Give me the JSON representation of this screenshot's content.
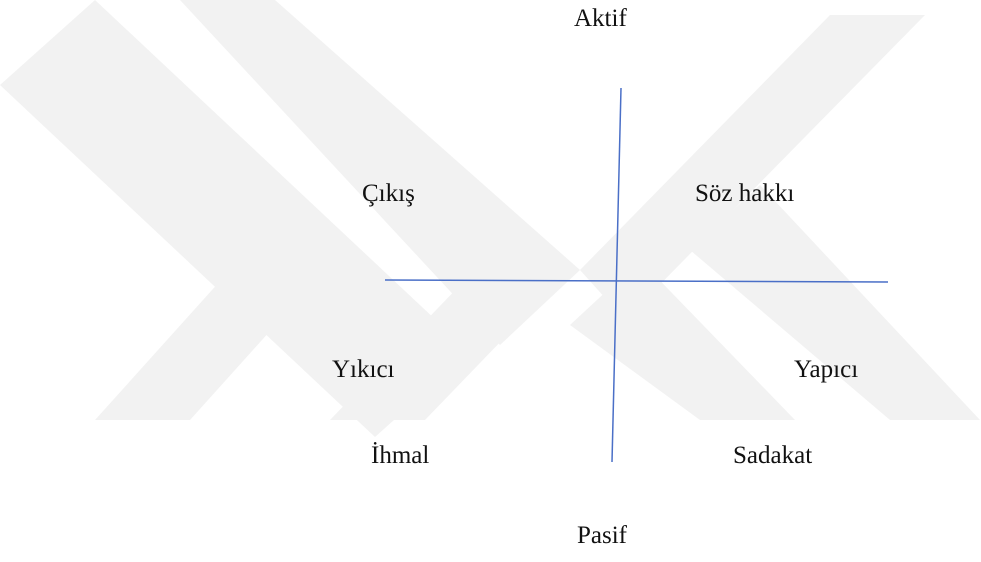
{
  "diagram": {
    "axis_top": "Aktif",
    "axis_bottom": "Pasif",
    "quadrants": {
      "top_left": "Çıkış",
      "top_right": "Söz hakkı",
      "bottom_left": "İhmal",
      "bottom_right": "Sadakat"
    },
    "sides": {
      "left": "Yıkıcı",
      "right": "Yapıcı"
    },
    "colors": {
      "axis_line": "#4a6fc7",
      "watermark": "#f2f2f2",
      "text": "#111111"
    }
  }
}
